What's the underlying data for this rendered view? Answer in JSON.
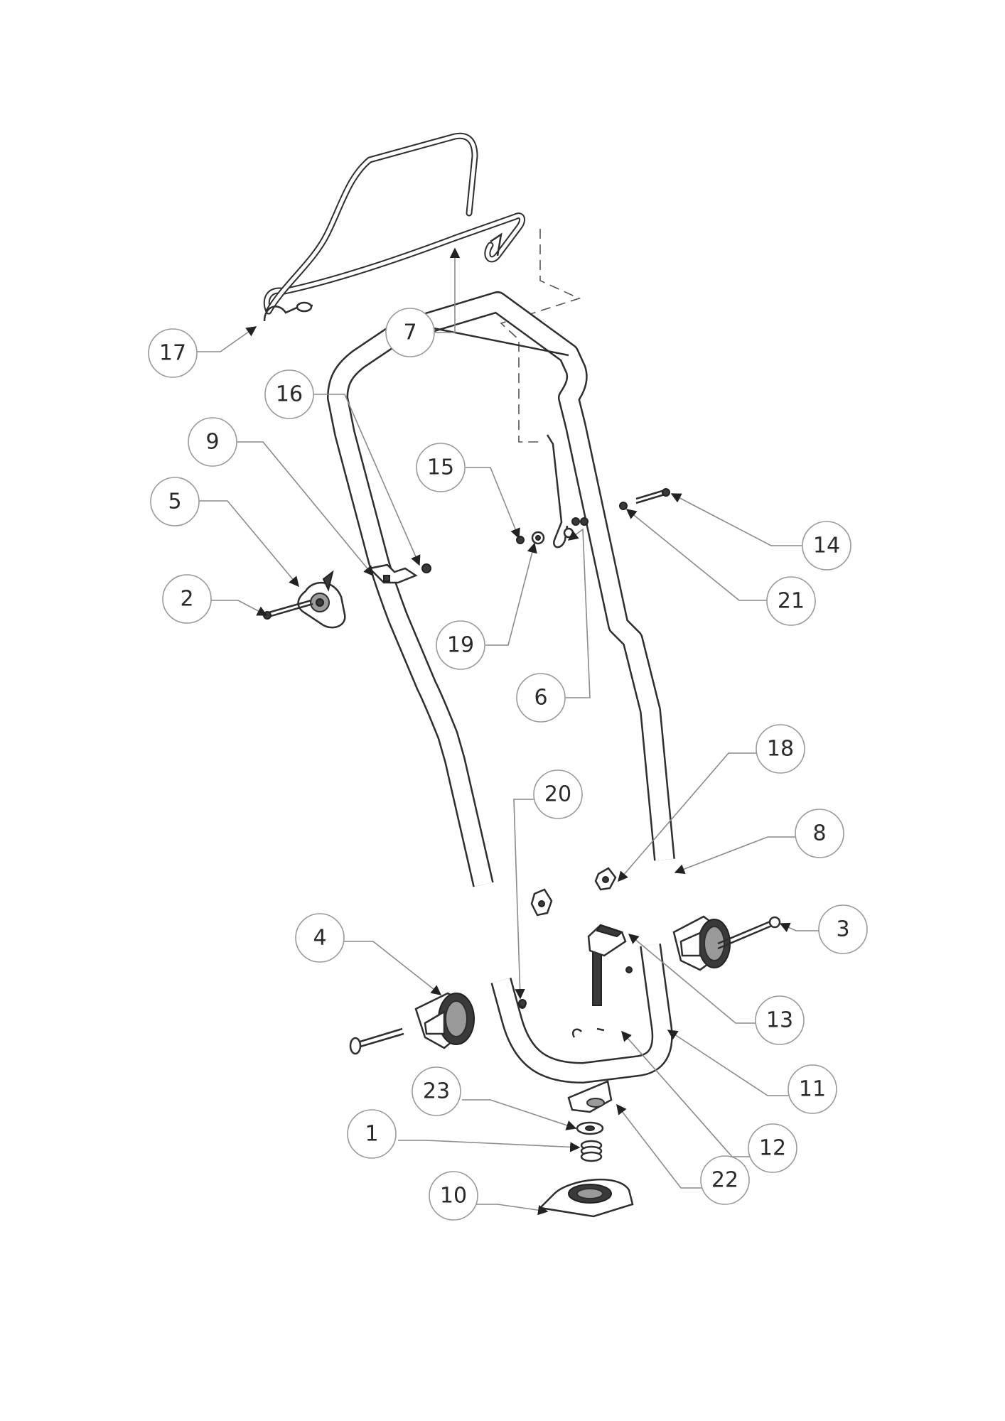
{
  "callouts": [
    {
      "id": "c1",
      "label": "1"
    },
    {
      "id": "c2",
      "label": "2"
    },
    {
      "id": "c3",
      "label": "3"
    },
    {
      "id": "c4",
      "label": "4"
    },
    {
      "id": "c5",
      "label": "5"
    },
    {
      "id": "c6",
      "label": "6"
    },
    {
      "id": "c7",
      "label": "7"
    },
    {
      "id": "c8",
      "label": "8"
    },
    {
      "id": "c9",
      "label": "9"
    },
    {
      "id": "c10",
      "label": "10"
    },
    {
      "id": "c11",
      "label": "11"
    },
    {
      "id": "c12",
      "label": "12"
    },
    {
      "id": "c13",
      "label": "13"
    },
    {
      "id": "c14",
      "label": "14"
    },
    {
      "id": "c15",
      "label": "15"
    },
    {
      "id": "c16",
      "label": "16"
    },
    {
      "id": "c17",
      "label": "17"
    },
    {
      "id": "c18",
      "label": "18"
    },
    {
      "id": "c19",
      "label": "19"
    },
    {
      "id": "c20",
      "label": "20"
    },
    {
      "id": "c21",
      "label": "21"
    },
    {
      "id": "c22",
      "label": "22"
    },
    {
      "id": "c23",
      "label": "23"
    }
  ]
}
